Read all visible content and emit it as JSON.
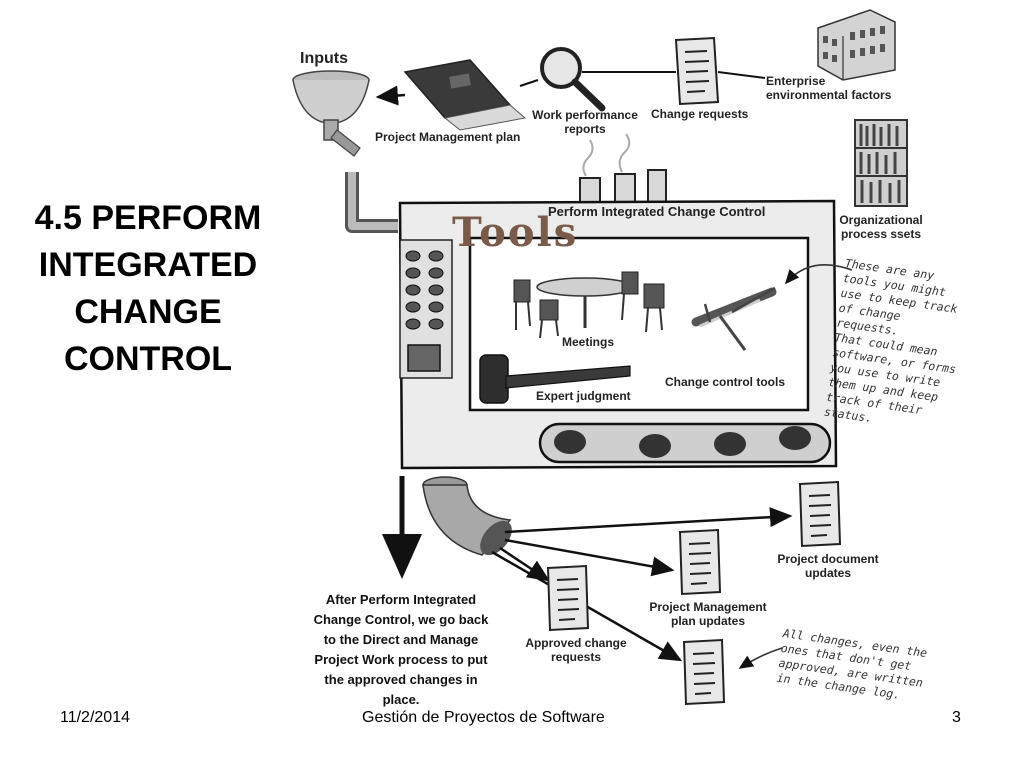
{
  "slide": {
    "title_lines": [
      "4.5 PERFORM",
      "INTEGRATED",
      "CHANGE",
      "CONTROL"
    ],
    "footer": {
      "date": "11/2/2014",
      "course": "Gestión de Proyectos de Software",
      "page_number": "3"
    }
  },
  "diagram": {
    "inputs_heading": "Inputs",
    "inputs": {
      "pm_plan": "Project Management plan",
      "work_reports": [
        "Work performance",
        "reports"
      ],
      "change_requests": "Change requests",
      "enterprise_factors": [
        "Enterprise",
        "environmental factors"
      ],
      "org_assets": [
        "Organizational",
        "process ssets"
      ]
    },
    "process_title": "Perform Integrated Change Control",
    "tools_label": "Tools",
    "tools": {
      "meetings": "Meetings",
      "expert_judgment": "Expert judgment",
      "change_control_tools": "Change control tools"
    },
    "tools_note": [
      "These are any",
      "tools you might",
      "use to keep track",
      "of change requests.",
      "That could mean",
      "software, or forms",
      "you use to write",
      "them up and keep",
      "track of their",
      "status."
    ],
    "outputs": {
      "project_document_updates": [
        "Project document",
        "updates"
      ],
      "pm_plan_updates": [
        "Project Management",
        "plan updates"
      ],
      "approved_change_requests": [
        "Approved change",
        "requests"
      ]
    },
    "log_note": [
      "All changes, even the",
      "ones that don't get",
      "approved, are written",
      "in the change log."
    ],
    "after_note": [
      "After Perform Integrated",
      "Change Control, we go back",
      "to the Direct and Manage",
      "Project Work process to put",
      "the approved changes in",
      "place."
    ]
  }
}
